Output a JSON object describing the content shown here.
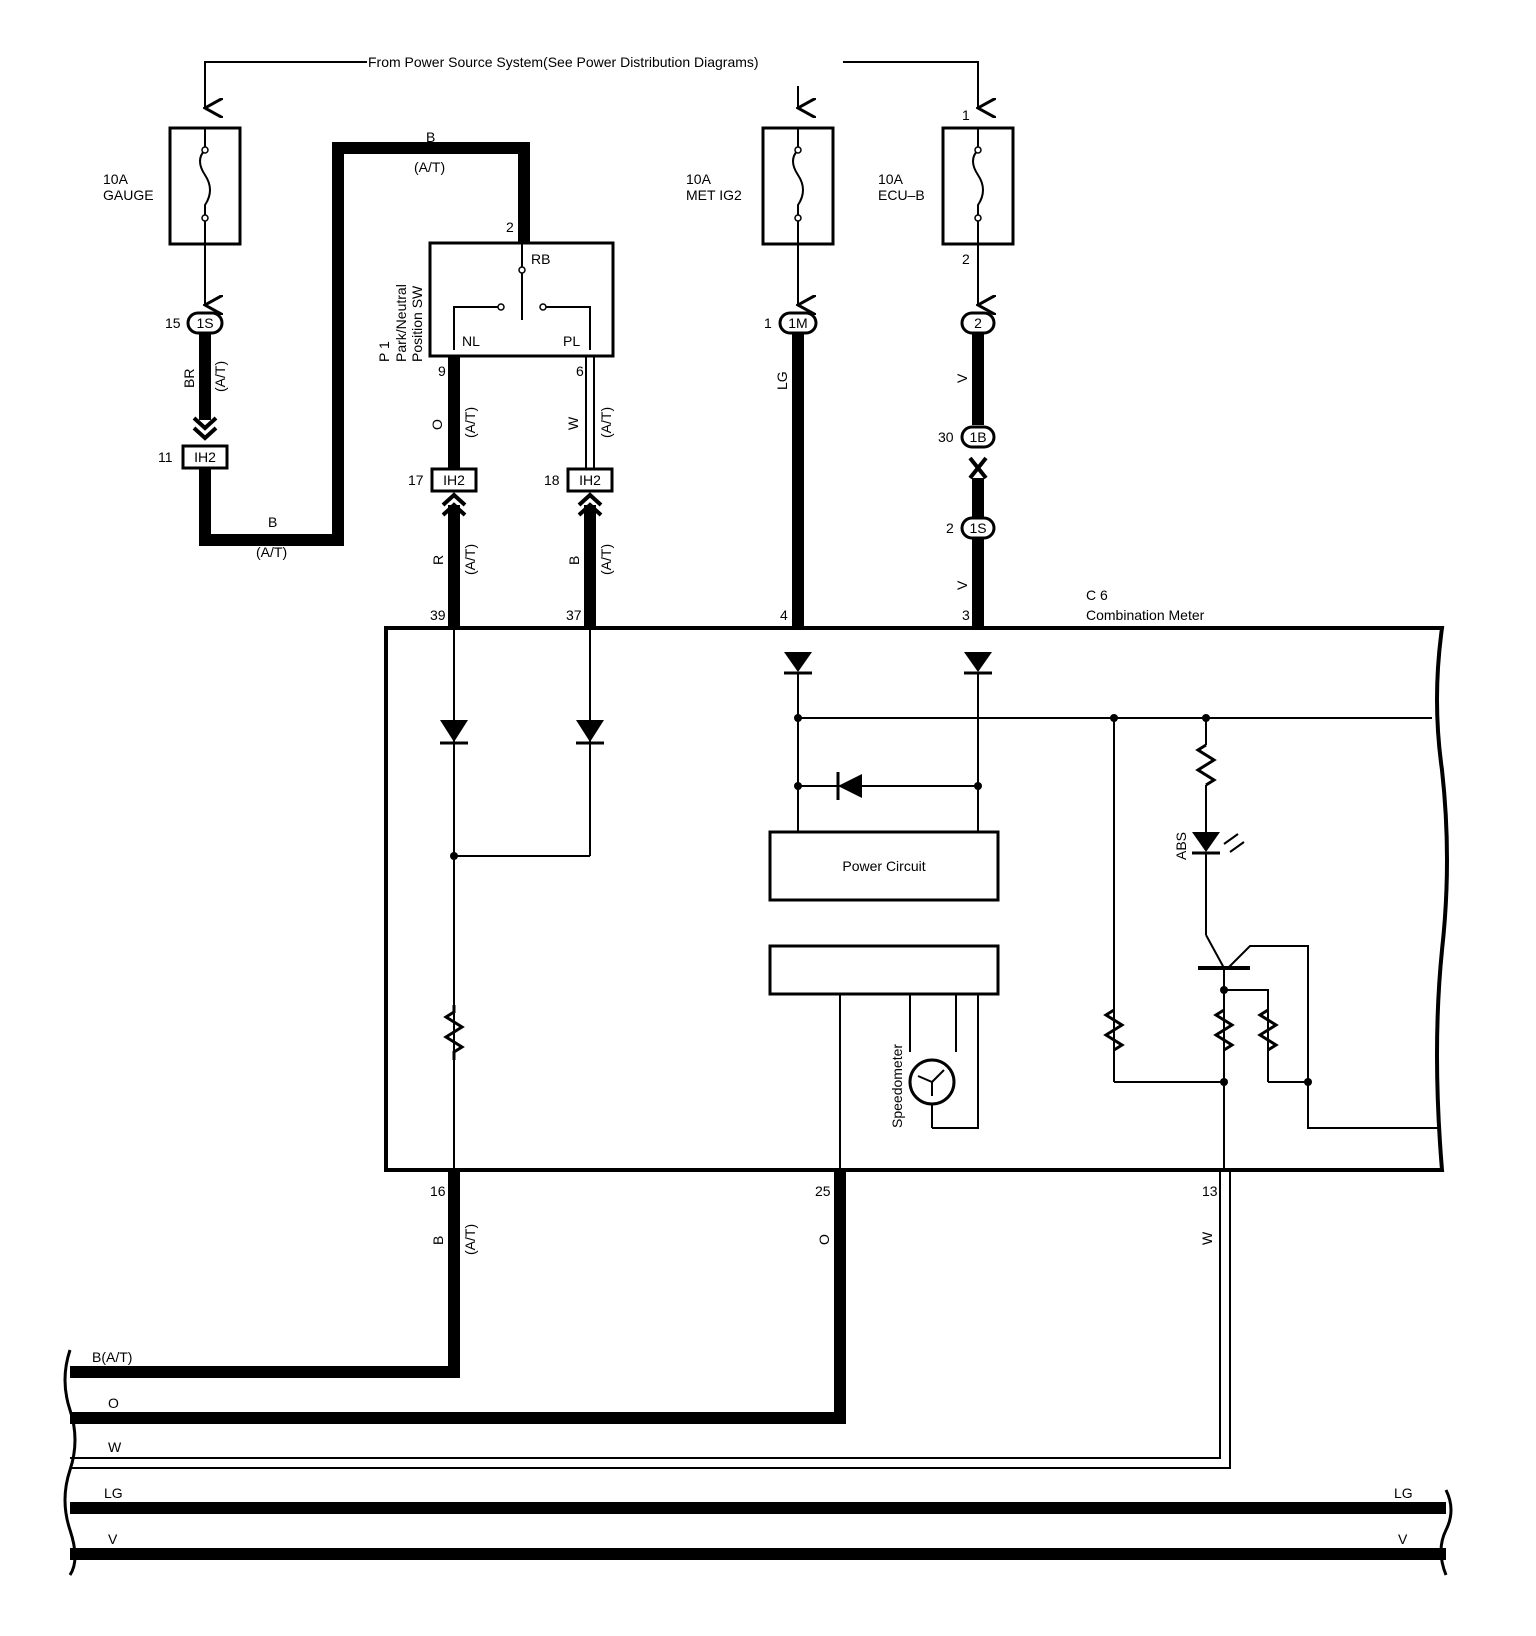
{
  "source_note": "From Power Source System(See Power Distribution Diagrams)",
  "fuses": {
    "gauge": {
      "rating": "10A",
      "name": "GAUGE"
    },
    "met_ig2": {
      "rating": "10A",
      "name": "MET IG2"
    },
    "ecu_b": {
      "rating": "10A",
      "name": "ECU–B",
      "pin_in": "1",
      "pin_out": "2"
    }
  },
  "switch": {
    "ref": "P 1",
    "name_line1": "Park/Neutral",
    "name_line2": "Position SW",
    "pin_top": "2",
    "contact_rb": "RB",
    "contact_nl": "NL",
    "contact_pl": "PL",
    "pin_nl": "9",
    "pin_pl": "6"
  },
  "connectors": {
    "gauge_1s": {
      "code": "1S",
      "pin": "15"
    },
    "gauge_ih2": {
      "code": "IH2",
      "pin": "11"
    },
    "nl_ih2": {
      "code": "IH2",
      "pin": "17"
    },
    "pl_ih2": {
      "code": "IH2",
      "pin": "18"
    },
    "met_1m": {
      "code": "1M",
      "pin": "1"
    },
    "ecu_2": {
      "code": "2"
    },
    "ecu_1b": {
      "code": "1B",
      "pin": "30"
    },
    "ecu_1s": {
      "code": "1S",
      "pin": "2"
    }
  },
  "wire_labels": {
    "top_b": "B",
    "top_at": "(A/T)",
    "br": "BR",
    "br_at": "(A/T)",
    "bottom_b": "B",
    "bottom_at": "(A/T)",
    "nl_o": "O",
    "nl_at": "(A/T)",
    "pl_w": "W",
    "pl_at": "(A/T)",
    "nl_r": "R",
    "nl_r_at": "(A/T)",
    "pl_b": "B",
    "pl_b_at": "(A/T)",
    "met_lg": "LG",
    "ecu_v1": "V",
    "ecu_v2": "V",
    "out_b": "B",
    "out_b_at": "(A/T)",
    "out_o": "O",
    "out_w": "W"
  },
  "meter": {
    "ref": "C 6",
    "name": "Combination Meter",
    "pin_39": "39",
    "pin_37": "37",
    "pin_4": "4",
    "pin_3": "3",
    "pin_16": "16",
    "pin_25": "25",
    "pin_13": "13",
    "power_circuit": "Power Circuit",
    "speedometer": "Speedometer",
    "abs": "ABS"
  },
  "bus": {
    "b_at": "B(A/T)",
    "o": "O",
    "w": "W",
    "lg_left": "LG",
    "lg_right": "LG",
    "v_left": "V",
    "v_right": "V"
  }
}
